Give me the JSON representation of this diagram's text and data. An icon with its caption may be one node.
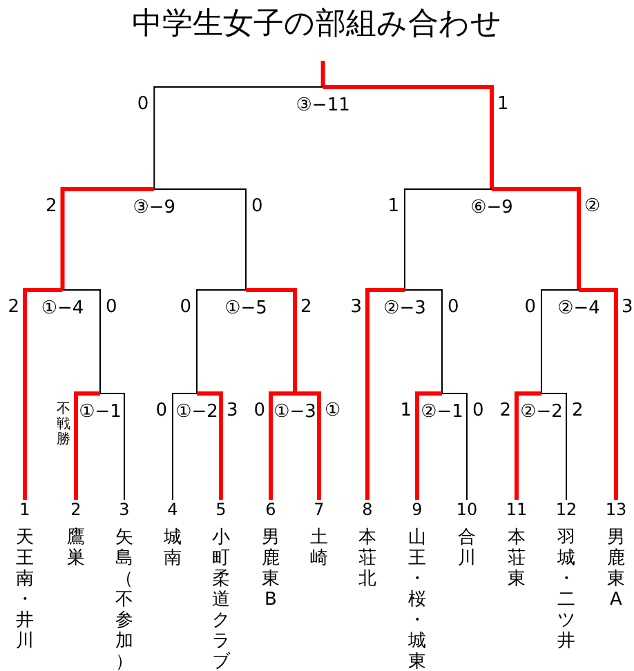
{
  "diagram": {
    "title": "中学生女子の部組み合わせ",
    "nodes": [
      {
        "text": [
          "③−11"
        ]
      },
      {
        "text": [
          "③−9"
        ]
      },
      {
        "text": [
          "⑥−9"
        ]
      },
      {
        "text": [
          "①−4"
        ]
      },
      {
        "text": [
          "①−5"
        ]
      },
      {
        "text": [
          "②−3"
        ]
      },
      {
        "text": [
          "②−4"
        ]
      },
      {
        "text": [
          "①−1"
        ]
      },
      {
        "text": [
          "①−2"
        ]
      },
      {
        "text": [
          "①−3"
        ]
      },
      {
        "text": [
          "②−1"
        ]
      },
      {
        "text": [
          "②−2"
        ]
      },
      {
        "text": [
          "1",
          "天王南・井川"
        ]
      },
      {
        "text": [
          "2",
          "鷹巣"
        ]
      },
      {
        "text": [
          "3",
          "矢島（不参加）"
        ]
      },
      {
        "text": [
          "4",
          "城南"
        ]
      },
      {
        "text": [
          "5",
          "小町柔道クラブ"
        ]
      },
      {
        "text": [
          "6",
          "男鹿東B"
        ]
      },
      {
        "text": [
          "7",
          "土崎"
        ]
      },
      {
        "text": [
          "8",
          "本荘北"
        ]
      },
      {
        "text": [
          "9",
          "山王・桜・城東"
        ]
      },
      {
        "text": [
          "10",
          "合川"
        ]
      },
      {
        "text": [
          "11",
          "本荘東"
        ]
      },
      {
        "text": [
          "12",
          "羽城・二ツ井"
        ]
      },
      {
        "text": [
          "13",
          "男鹿東A"
        ]
      }
    ],
    "edges": [
      {
        "from": 0,
        "to": null,
        "arrow": "none"
      },
      {
        "from": 1,
        "to": 0,
        "arrow": "none",
        "label": "0",
        "color": "#000000"
      },
      {
        "from": 2,
        "to": 0,
        "arrow": "none",
        "label": "1"
      },
      {
        "from": 3,
        "to": 1,
        "arrow": "none",
        "label": "2"
      },
      {
        "from": 4,
        "to": 1,
        "arrow": "none",
        "label": "0",
        "color": "#000000"
      },
      {
        "from": 5,
        "to": 2,
        "arrow": "none",
        "label": "1",
        "color": "#000000"
      },
      {
        "from": 6,
        "to": 2,
        "arrow": "none",
        "label": "②"
      },
      {
        "from": 12,
        "to": 3,
        "arrow": "none",
        "label": "2"
      },
      {
        "from": 7,
        "to": 3,
        "arrow": "none",
        "label": "0",
        "color": "#000000"
      },
      {
        "from": 8,
        "to": 4,
        "arrow": "none",
        "label": "0",
        "color": "#000000"
      },
      {
        "from": 9,
        "to": 4,
        "arrow": "none",
        "label": "2"
      },
      {
        "from": 19,
        "to": 5,
        "arrow": "none",
        "label": "3"
      },
      {
        "from": 10,
        "to": 5,
        "arrow": "none",
        "label": "0",
        "color": "#000000"
      },
      {
        "from": 11,
        "to": 6,
        "arrow": "none",
        "label": "0",
        "color": "#000000"
      },
      {
        "from": 24,
        "to": 6,
        "arrow": "none",
        "label": "3"
      },
      {
        "from": 13,
        "to": 7,
        "arrow": "none",
        "label": "不戦勝"
      },
      {
        "from": 14,
        "to": 7,
        "arrow": "none",
        "color": "#000000"
      },
      {
        "from": 15,
        "to": 8,
        "arrow": "none",
        "label": "0",
        "color": "#000000"
      },
      {
        "from": 16,
        "to": 8,
        "arrow": "none",
        "label": "3"
      },
      {
        "from": 17,
        "to": 9,
        "arrow": "none",
        "label": "0"
      },
      {
        "from": 18,
        "to": 9,
        "arrow": "none",
        "label": "①"
      },
      {
        "from": 20,
        "to": 10,
        "arrow": "none",
        "label": "1"
      },
      {
        "from": 21,
        "to": 10,
        "arrow": "none",
        "label": "0",
        "color": "#000000"
      },
      {
        "from": 22,
        "to": 11,
        "arrow": "none",
        "label": "2"
      },
      {
        "from": 23,
        "to": 11,
        "arrow": "none",
        "label": "2",
        "color": "#000000"
      }
    ]
  }
}
